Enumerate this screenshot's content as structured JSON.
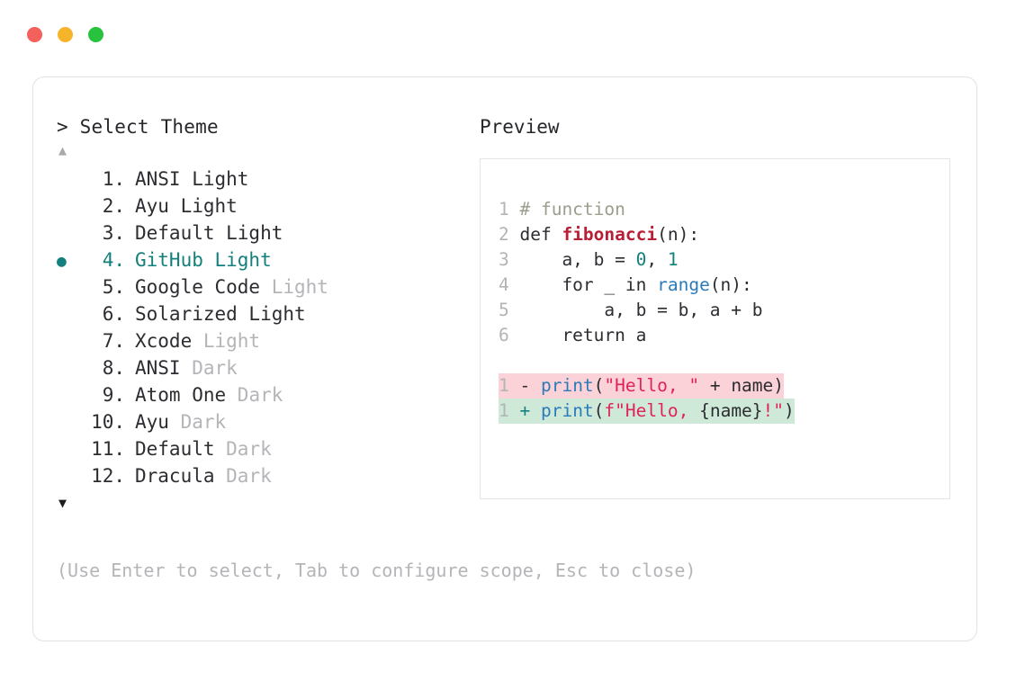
{
  "window": {
    "dots": [
      {
        "name": "close-dot",
        "color": "#f4605b"
      },
      {
        "name": "minimize-dot",
        "color": "#f6b42a"
      },
      {
        "name": "maximize-dot",
        "color": "#27c23e"
      }
    ]
  },
  "picker": {
    "prompt": "> Select Theme",
    "scroll_up": "▲",
    "scroll_down": "▼",
    "selected_index": 4,
    "bullet": "●",
    "items": [
      {
        "index": " 1.",
        "name": "ANSI Light",
        "variant": "",
        "selected": false
      },
      {
        "index": " 2.",
        "name": "Ayu Light",
        "variant": "",
        "selected": false
      },
      {
        "index": " 3.",
        "name": "Default Light",
        "variant": "",
        "selected": false
      },
      {
        "index": " 4.",
        "name": "GitHub Light",
        "variant": "",
        "selected": true
      },
      {
        "index": " 5.",
        "name": "Google Code",
        "variant": "Light",
        "selected": false
      },
      {
        "index": " 6.",
        "name": "Solarized Light",
        "variant": "",
        "selected": false
      },
      {
        "index": " 7.",
        "name": "Xcode",
        "variant": "Light",
        "selected": false
      },
      {
        "index": " 8.",
        "name": "ANSI",
        "variant": "Dark",
        "selected": false
      },
      {
        "index": " 9.",
        "name": "Atom One",
        "variant": "Dark",
        "selected": false
      },
      {
        "index": "10.",
        "name": "Ayu",
        "variant": "Dark",
        "selected": false
      },
      {
        "index": "11.",
        "name": "Default",
        "variant": "Dark",
        "selected": false
      },
      {
        "index": "12.",
        "name": "Dracula",
        "variant": "Dark",
        "selected": false
      }
    ]
  },
  "preview": {
    "label": "Preview",
    "code_lines": [
      {
        "num": "1",
        "tokens": [
          {
            "t": "# function",
            "c": "comment"
          }
        ]
      },
      {
        "num": "2",
        "tokens": [
          {
            "t": "def ",
            "c": "kw"
          },
          {
            "t": "fibonacci",
            "c": "fn"
          },
          {
            "t": "(n):",
            "c": "plain"
          }
        ]
      },
      {
        "num": "3",
        "tokens": [
          {
            "t": "    a, b = ",
            "c": "plain"
          },
          {
            "t": "0",
            "c": "num"
          },
          {
            "t": ", ",
            "c": "plain"
          },
          {
            "t": "1",
            "c": "num"
          }
        ]
      },
      {
        "num": "4",
        "tokens": [
          {
            "t": "    for _ in ",
            "c": "plain"
          },
          {
            "t": "range",
            "c": "builtin"
          },
          {
            "t": "(n):",
            "c": "plain"
          }
        ]
      },
      {
        "num": "5",
        "tokens": [
          {
            "t": "        a, b = b, a + b",
            "c": "plain"
          }
        ]
      },
      {
        "num": "6",
        "tokens": [
          {
            "t": "    return a",
            "c": "plain"
          }
        ]
      }
    ],
    "diff_lines": [
      {
        "num": "1",
        "marker": "-",
        "kind": "minus",
        "tokens": [
          {
            "t": "print",
            "c": "builtin"
          },
          {
            "t": "(",
            "c": "plain"
          },
          {
            "t": "\"Hello, \"",
            "c": "str"
          },
          {
            "t": " + name)",
            "c": "plain"
          }
        ]
      },
      {
        "num": "1",
        "marker": "+",
        "kind": "plus",
        "tokens": [
          {
            "t": "print",
            "c": "builtin"
          },
          {
            "t": "(",
            "c": "plain"
          },
          {
            "t": "f\"Hello, ",
            "c": "str"
          },
          {
            "t": "{name}",
            "c": "plain"
          },
          {
            "t": "!\"",
            "c": "str"
          },
          {
            "t": ")",
            "c": "plain"
          }
        ]
      }
    ]
  },
  "footer": {
    "help": "(Use Enter to select, Tab to configure scope, Esc to close)"
  },
  "colors": {
    "accent_teal": "#13807e",
    "diff_add_bg": "#cfe9d9",
    "diff_del_bg": "#fbd2d7",
    "muted": "#b4b5b8",
    "text": "#2c2d31"
  }
}
